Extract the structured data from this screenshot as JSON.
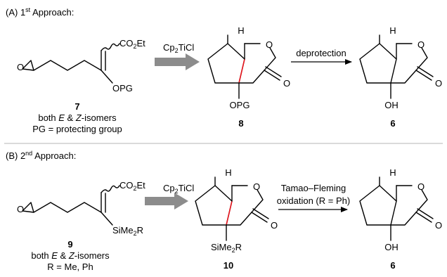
{
  "colors": {
    "blue": "#1a2a9c",
    "green": "#1c8a1c",
    "red": "#e8141c",
    "arrow_gray": "#8c8c8c",
    "divider": "#b4b4b4"
  },
  "approach_a": {
    "prefix": "(A) 1",
    "sup": "st",
    "suffix": " Approach:",
    "substrate": {
      "number": "7",
      "co2et": "CO",
      "co2et_sub": "2",
      "co2et_tail": "Et",
      "opg": "OPG",
      "epoxide_o": "O",
      "caption_both": "both ",
      "caption_e": "E",
      "caption_amp": " & ",
      "caption_z": "Z",
      "caption_iso": "-isomers",
      "caption_pg": "PG = protecting group"
    },
    "reagent": {
      "main": "Cp",
      "sub": "2",
      "tail": "TiCl"
    },
    "product": {
      "number": "8",
      "h": "H",
      "o_ring": "O",
      "o_carbonyl": "O",
      "opg": "OPG"
    },
    "step2": "deprotection",
    "final": {
      "number": "6",
      "h": "H",
      "o_ring": "O",
      "o_carbonyl": "O",
      "oh": "OH"
    }
  },
  "approach_b": {
    "prefix": "(B) 2",
    "sup": "nd",
    "suffix": " Approach:",
    "substrate": {
      "number": "9",
      "co2et": "CO",
      "co2et_sub": "2",
      "co2et_tail": "Et",
      "sime2r": "SiMe",
      "sime2r_sub": "2",
      "sime2r_tail": "R",
      "epoxide_o": "O",
      "caption_both": "both ",
      "caption_e": "E",
      "caption_amp": " & ",
      "caption_z": "Z",
      "caption_iso": "-isomers",
      "caption_r": "R = Me, Ph"
    },
    "reagent": {
      "main": "Cp",
      "sub": "2",
      "tail": "TiCl"
    },
    "product": {
      "number": "10",
      "h": "H",
      "o_ring": "O",
      "o_carbonyl": "O",
      "sime2r": "SiMe",
      "sime2r_sub": "2",
      "sime2r_tail": "R"
    },
    "step2_line1": "Tamao–Fleming",
    "step2_line2": "oxidation (R = Ph)",
    "final": {
      "number": "6",
      "h": "H",
      "o_ring": "O",
      "o_carbonyl": "O",
      "oh": "OH"
    }
  }
}
